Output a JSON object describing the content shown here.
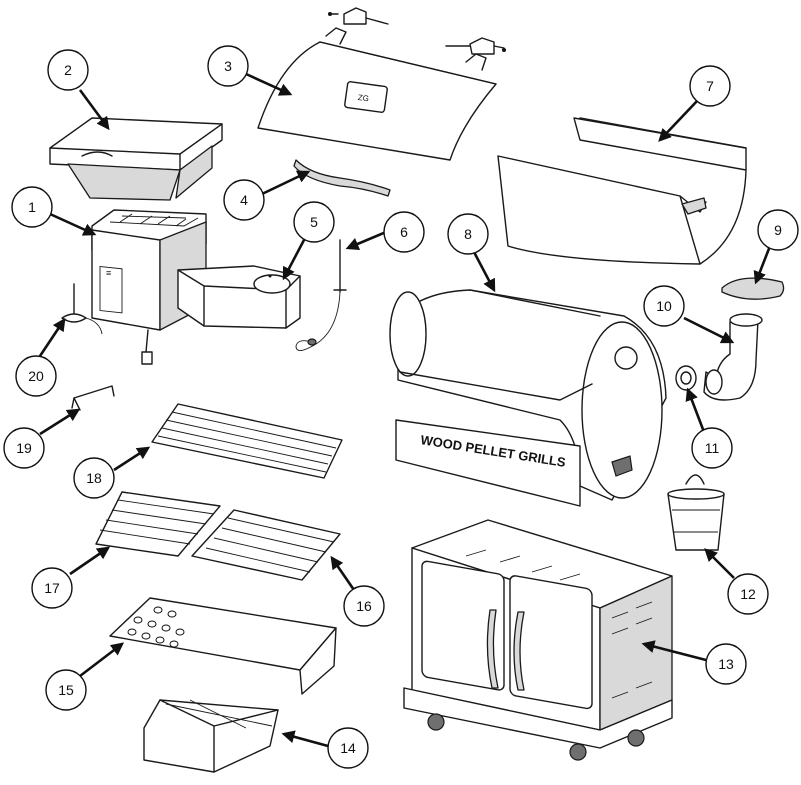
{
  "diagram": {
    "callouts": [
      {
        "id": "1",
        "label": "1"
      },
      {
        "id": "2",
        "label": "2"
      },
      {
        "id": "3",
        "label": "3"
      },
      {
        "id": "4",
        "label": "4"
      },
      {
        "id": "5",
        "label": "5"
      },
      {
        "id": "6",
        "label": "6"
      },
      {
        "id": "7",
        "label": "7"
      },
      {
        "id": "8",
        "label": "8"
      },
      {
        "id": "9",
        "label": "9"
      },
      {
        "id": "10",
        "label": "10"
      },
      {
        "id": "11",
        "label": "11"
      },
      {
        "id": "12",
        "label": "12"
      },
      {
        "id": "13",
        "label": "13"
      },
      {
        "id": "14",
        "label": "14"
      },
      {
        "id": "15",
        "label": "15"
      },
      {
        "id": "16",
        "label": "16"
      },
      {
        "id": "17",
        "label": "17"
      },
      {
        "id": "18",
        "label": "18"
      },
      {
        "id": "19",
        "label": "19"
      },
      {
        "id": "20",
        "label": "20"
      }
    ],
    "barrel_text": "WOOD PELLET GRILLS"
  }
}
